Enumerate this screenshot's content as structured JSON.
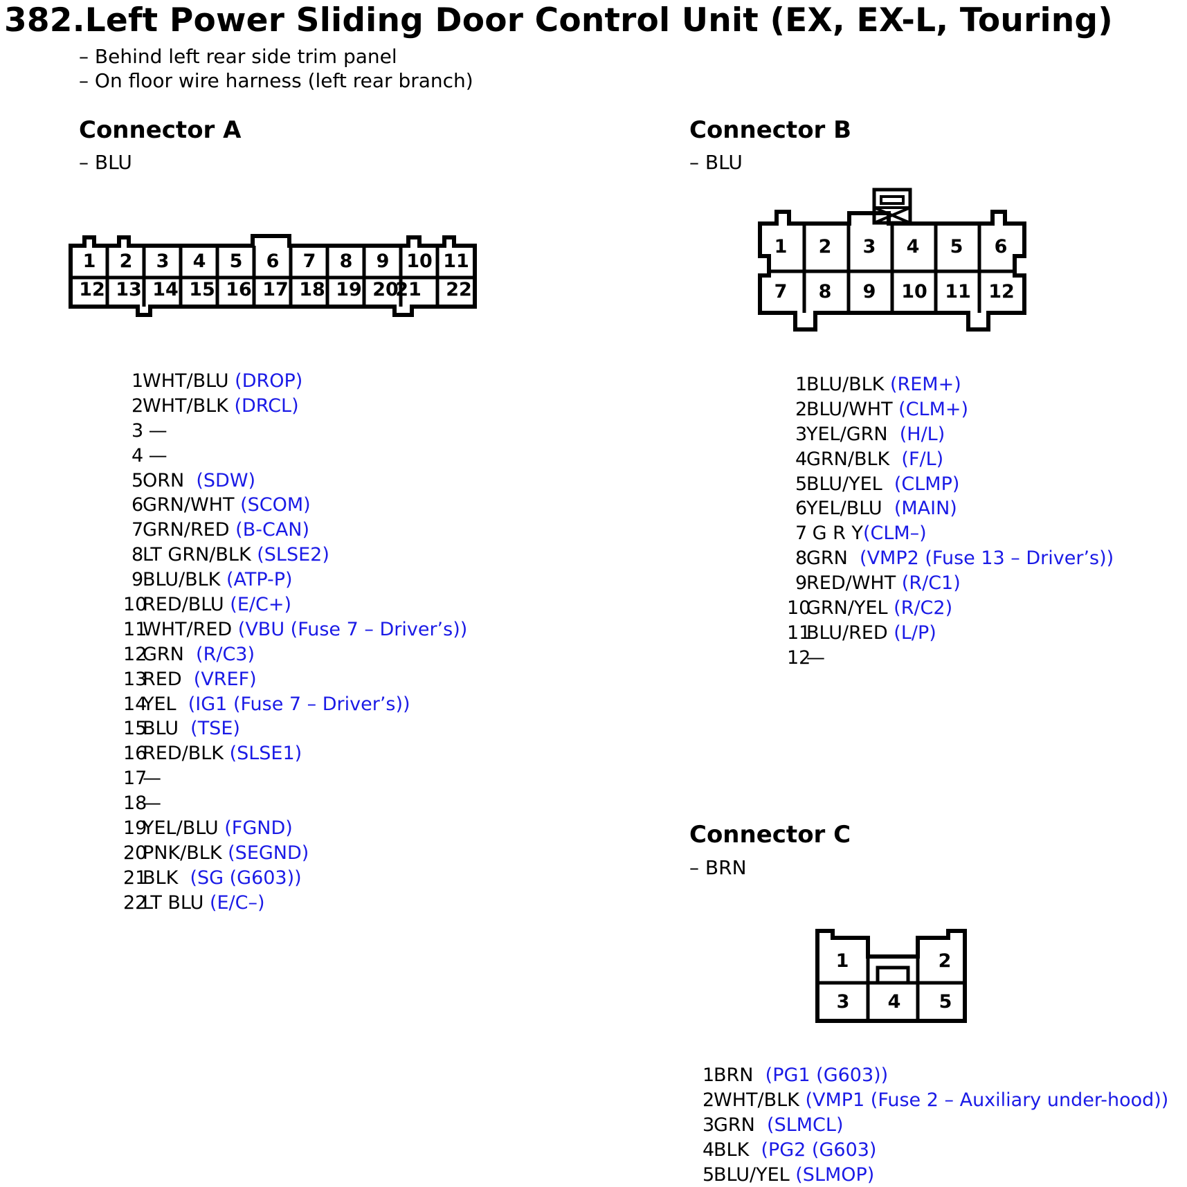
{
  "header": {
    "number": "382.",
    "title": "Left Power Sliding Door Control Unit (EX, EX-L, Touring)",
    "locations": [
      "– Behind left rear side trim panel",
      "– On floor wire harness (left rear branch)"
    ]
  },
  "connector_a": {
    "title": "Connector A",
    "color": "– BLU",
    "cavities_top": [
      "1",
      "2",
      "3",
      "4",
      "5",
      "6",
      "7",
      "8",
      "9",
      "10",
      "11"
    ],
    "cavities_bottom": [
      "12",
      "13",
      "14",
      "15",
      "16",
      "17",
      "18",
      "19",
      "20",
      "21",
      "22"
    ],
    "pins": [
      {
        "num": "1",
        "wire": "WHT/BLU ",
        "func": "(DROP)"
      },
      {
        "num": "2",
        "wire": "WHT/BLK ",
        "func": "(DRCL)"
      },
      {
        "num": "3",
        "wire": " —",
        "func": ""
      },
      {
        "num": "4",
        "wire": " —",
        "func": ""
      },
      {
        "num": "5",
        "wire": "ORN  ",
        "func": "(SDW)"
      },
      {
        "num": "6",
        "wire": "GRN/WHT ",
        "func": "(SCOM)"
      },
      {
        "num": "7",
        "wire": "GRN/RED ",
        "func": "(B-CAN)"
      },
      {
        "num": "8",
        "wire": "LT GRN/BLK ",
        "func": "(SLSE2)"
      },
      {
        "num": "9",
        "wire": "BLU/BLK ",
        "func": "(ATP-P)"
      },
      {
        "num": "10",
        "wire": "RED/BLU ",
        "func": "(E/C+)"
      },
      {
        "num": "11",
        "wire": "WHT/RED ",
        "func": "(VBU (Fuse 7 – Driver’s))"
      },
      {
        "num": "12",
        "wire": "GRN  ",
        "func": "(R/C3)"
      },
      {
        "num": "13",
        "wire": "RED  ",
        "func": "(VREF)"
      },
      {
        "num": "14",
        "wire": "YEL  ",
        "func": "(IG1 (Fuse 7 – Driver’s))"
      },
      {
        "num": "15",
        "wire": "BLU  ",
        "func": "(TSE)"
      },
      {
        "num": "16",
        "wire": "RED/BLK ",
        "func": "(SLSE1)"
      },
      {
        "num": "17",
        "wire": "—",
        "func": ""
      },
      {
        "num": "18",
        "wire": "—",
        "func": ""
      },
      {
        "num": "19",
        "wire": "YEL/BLU ",
        "func": "(FGND)"
      },
      {
        "num": "20",
        "wire": "PNK/BLK ",
        "func": "(SEGND)"
      },
      {
        "num": "21",
        "wire": "BLK  ",
        "func": "(SG (G603))"
      },
      {
        "num": "22",
        "wire": "LT BLU ",
        "func": "(E/C–)"
      }
    ]
  },
  "connector_b": {
    "title": "Connector B",
    "color": "– BLU",
    "cavities_top": [
      "1",
      "2",
      "3",
      "4",
      "5",
      "6"
    ],
    "cavities_bottom": [
      "7",
      "8",
      "9",
      "10",
      "11",
      "12"
    ],
    "pins": [
      {
        "num": "1",
        "wire": "BLU/BLK ",
        "func": "(REM+)"
      },
      {
        "num": "2",
        "wire": "BLU/WHT ",
        "func": "(CLM+)"
      },
      {
        "num": "3",
        "wire": "YEL/GRN  ",
        "func": "(H/L)"
      },
      {
        "num": "4",
        "wire": "GRN/BLK  ",
        "func": "(F/L)"
      },
      {
        "num": "5",
        "wire": "BLU/YEL  ",
        "func": "(CLMP)"
      },
      {
        "num": "6",
        "wire": "YEL/BLU  ",
        "func": "(MAIN)"
      },
      {
        "num": "7",
        "wire": " G R Y",
        "func": "(CLM–)"
      },
      {
        "num": "8",
        "wire": "GRN  ",
        "func": "(VMP2 (Fuse 13 – Driver’s))"
      },
      {
        "num": "9",
        "wire": "RED/WHT ",
        "func": "(R/C1)"
      },
      {
        "num": "10",
        "wire": "GRN/YEL ",
        "func": "(R/C2)"
      },
      {
        "num": "11",
        "wire": "BLU/RED ",
        "func": "(L/P)"
      },
      {
        "num": "12",
        "wire": "—",
        "func": ""
      }
    ]
  },
  "connector_c": {
    "title": "Connector C",
    "color": "– BRN",
    "cavities": [
      "1",
      "2",
      "3",
      "4",
      "5"
    ],
    "pins": [
      {
        "num": "1",
        "wire": "BRN  ",
        "func": "(PG1 (G603))"
      },
      {
        "num": "2",
        "wire": "WHT/BLK ",
        "func": "(VMP1 (Fuse 2 – Auxiliary under-hood))"
      },
      {
        "num": "3",
        "wire": "GRN  ",
        "func": "(SLMCL)"
      },
      {
        "num": "4",
        "wire": "BLK  ",
        "func": "(PG2 (G603)"
      },
      {
        "num": "5",
        "wire": "BLU/YEL ",
        "func": "(SLMOP)"
      }
    ]
  }
}
